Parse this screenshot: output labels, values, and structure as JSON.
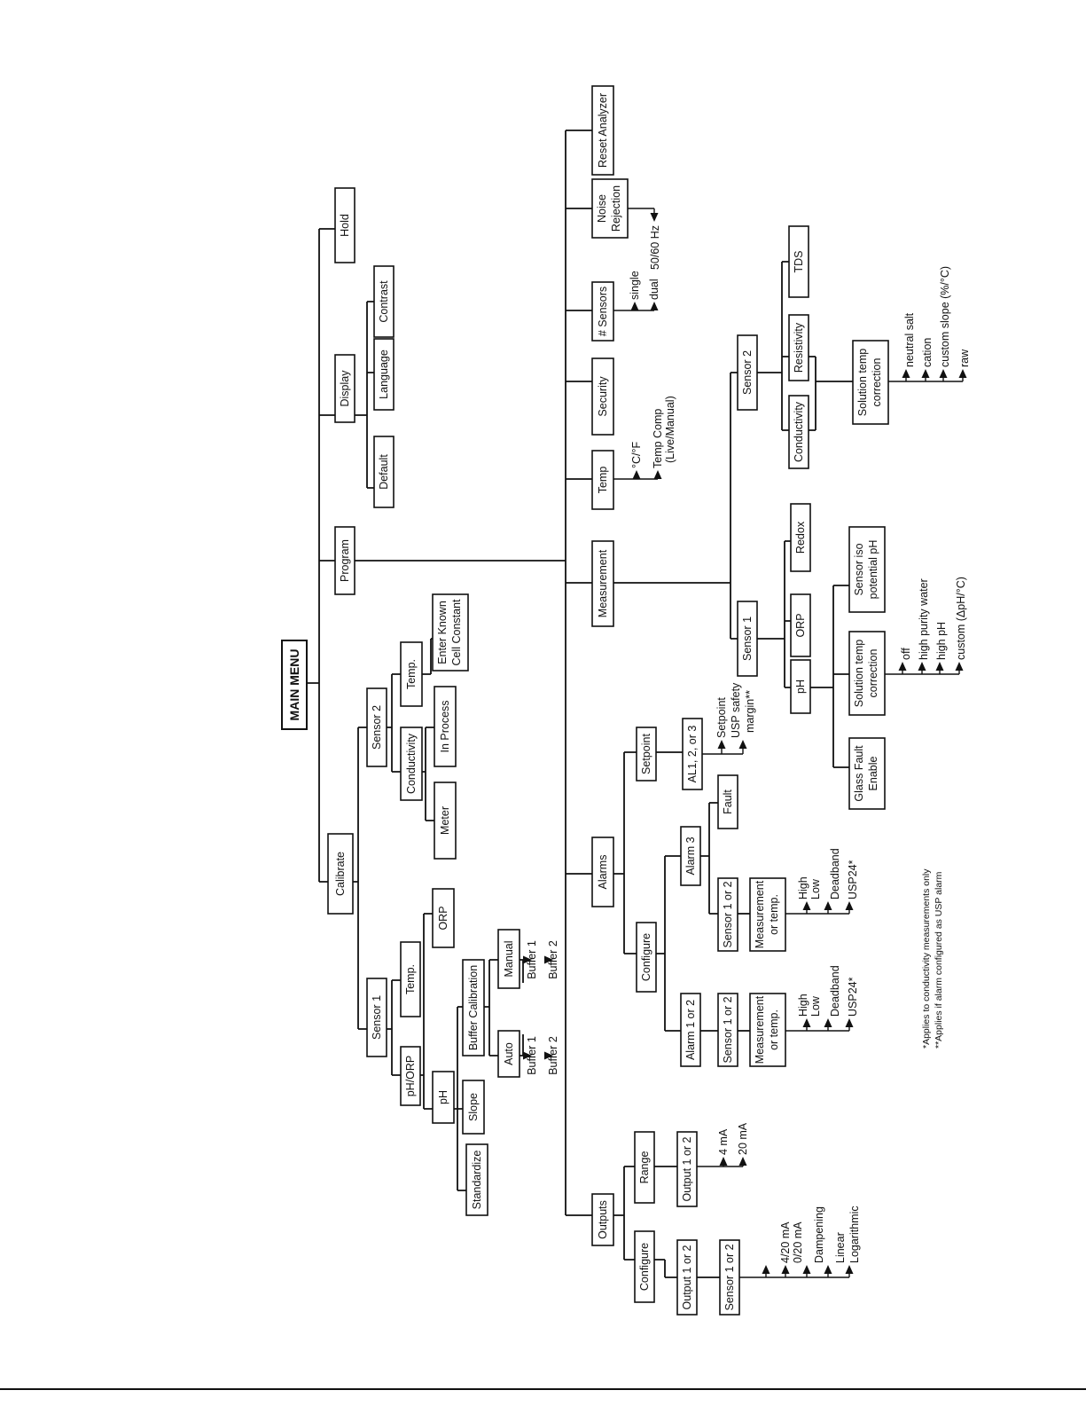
{
  "main_menu": "MAIN MENU",
  "menu": {
    "calibrate": "Calibrate",
    "program": "Program",
    "display": "Display",
    "hold": "Hold"
  },
  "calibrate": {
    "sensor1": "Sensor 1",
    "sensor2": "Sensor 2",
    "ph_orp": "pH/ORP",
    "temp1": "Temp.",
    "orp": "ORP",
    "ph": "pH",
    "standardize": "Standardize",
    "slope": "Slope",
    "buffer_calibration": "Buffer Calibration",
    "auto": "Auto",
    "manual": "Manual",
    "buffer1": "Buffer 1",
    "buffer2": "Buffer 2",
    "conductivity": "Conductivity",
    "temp2": "Temp.",
    "meter": "Meter",
    "in_process": "In Process",
    "cell_constant": [
      "Enter Known",
      "Cell Constant"
    ]
  },
  "display": {
    "default": "Default",
    "language": "Language",
    "contrast": "Contrast"
  },
  "program": {
    "outputs": "Outputs",
    "alarms": "Alarms",
    "measurement": "Measurement",
    "temp": "Temp",
    "security": "Security",
    "sensors": "# Sensors",
    "noise_rejection": [
      "Noise",
      "Rejection"
    ],
    "reset_analyzer": "Reset Analyzer",
    "temp_options": [
      "°C/°F",
      "Temp Comp",
      "(Live/Manual)"
    ],
    "sensor_count": [
      "single",
      "dual"
    ],
    "noise_value": "50/60 Hz"
  },
  "outputs": {
    "configure": "Configure",
    "range": "Range",
    "output_1_or_2": "Output 1 or 2",
    "sensor_1_or_2": "Sensor 1 or 2",
    "config_options": [
      "4/20 mA",
      "0/20 mA",
      "Dampening",
      "Linear",
      "Logarithmic"
    ],
    "range_options": [
      "4 mA",
      "20 mA"
    ]
  },
  "alarms": {
    "configure": "Configure",
    "setpoint": "Setpoint",
    "alarm_1_or_2": "Alarm 1 or 2",
    "alarm_3": "Alarm 3",
    "sensor_1_or_2": "Sensor 1 or 2",
    "measurement_or_temp": [
      "Measurement",
      "or temp."
    ],
    "fault": "Fault",
    "al_1_2_3": "AL1, 2, or 3",
    "limit_options": [
      "High",
      "Low",
      "Deadband",
      "USP24*"
    ],
    "setpoint_options": [
      "Setpoint",
      "USP safety",
      "margin**"
    ]
  },
  "measurement": {
    "sensor1": "Sensor 1",
    "sensor2": "Sensor 2",
    "ph": "pH",
    "orp": "ORP",
    "redox": "Redox",
    "glass_fault": [
      "Glass Fault",
      "Enable"
    ],
    "solution_temp_correction": [
      "Solution temp",
      "correction"
    ],
    "iso_potential": [
      "Sensor iso",
      "potential pH"
    ],
    "ph_correction_options": [
      "off",
      "high purity water",
      "high pH",
      "custom (ΔpH/°C)"
    ],
    "conductivity": "Conductivity",
    "resistivity": "Resistivity",
    "tds": "TDS",
    "cond_correction_options": [
      "neutral salt",
      "cation",
      "custom slope (%/°C)",
      "raw"
    ]
  },
  "notes": [
    "*Applies to conductivity measurements only",
    "**Applies if alarm configured as USP alarm"
  ]
}
